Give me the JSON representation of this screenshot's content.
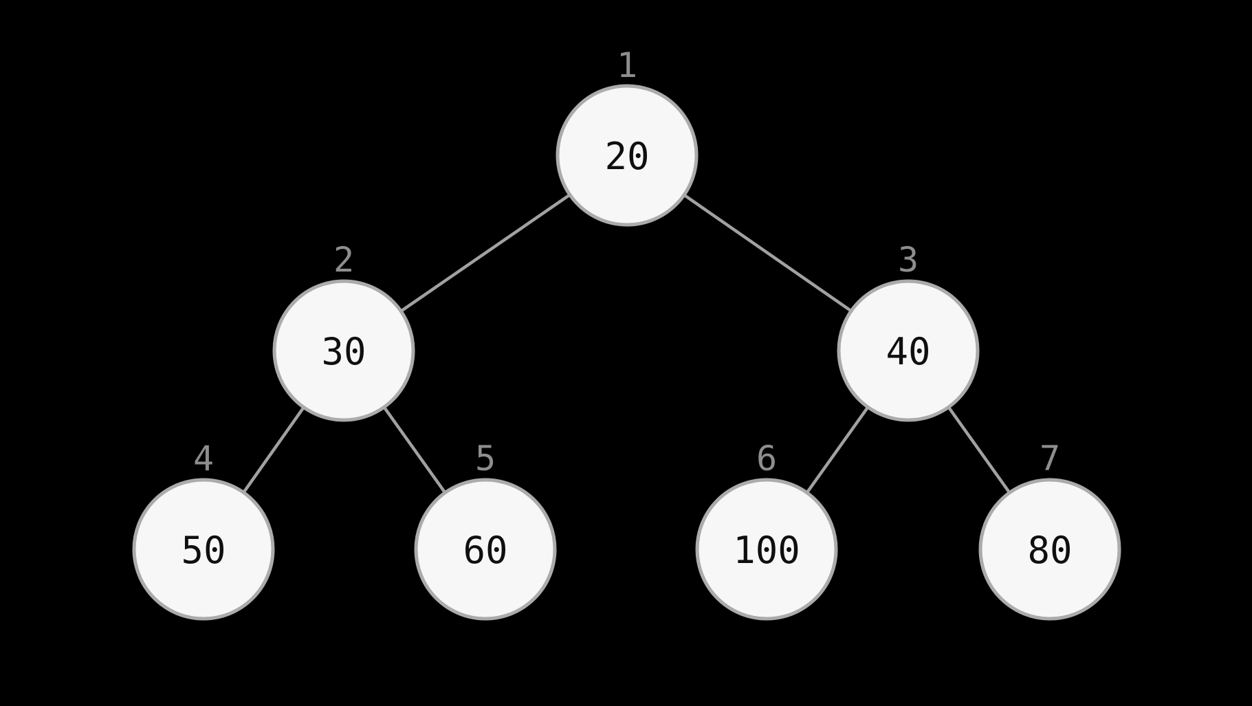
{
  "diagram": {
    "type": "binary-tree",
    "background_color": "#000000",
    "node_fill_color": "#f7f7f7",
    "node_border_color": "#ababab",
    "edge_color": "#a1a1a1",
    "value_text_color": "#0f0f0f",
    "index_text_color": "#8e8e8e",
    "nodes": [
      {
        "index": "1",
        "value": "20"
      },
      {
        "index": "2",
        "value": "30"
      },
      {
        "index": "3",
        "value": "40"
      },
      {
        "index": "4",
        "value": "50"
      },
      {
        "index": "5",
        "value": "60"
      },
      {
        "index": "6",
        "value": "100"
      },
      {
        "index": "7",
        "value": "80"
      }
    ],
    "edges": [
      {
        "from": "1",
        "to": "2"
      },
      {
        "from": "1",
        "to": "3"
      },
      {
        "from": "2",
        "to": "4"
      },
      {
        "from": "2",
        "to": "5"
      },
      {
        "from": "3",
        "to": "6"
      },
      {
        "from": "3",
        "to": "7"
      }
    ]
  }
}
